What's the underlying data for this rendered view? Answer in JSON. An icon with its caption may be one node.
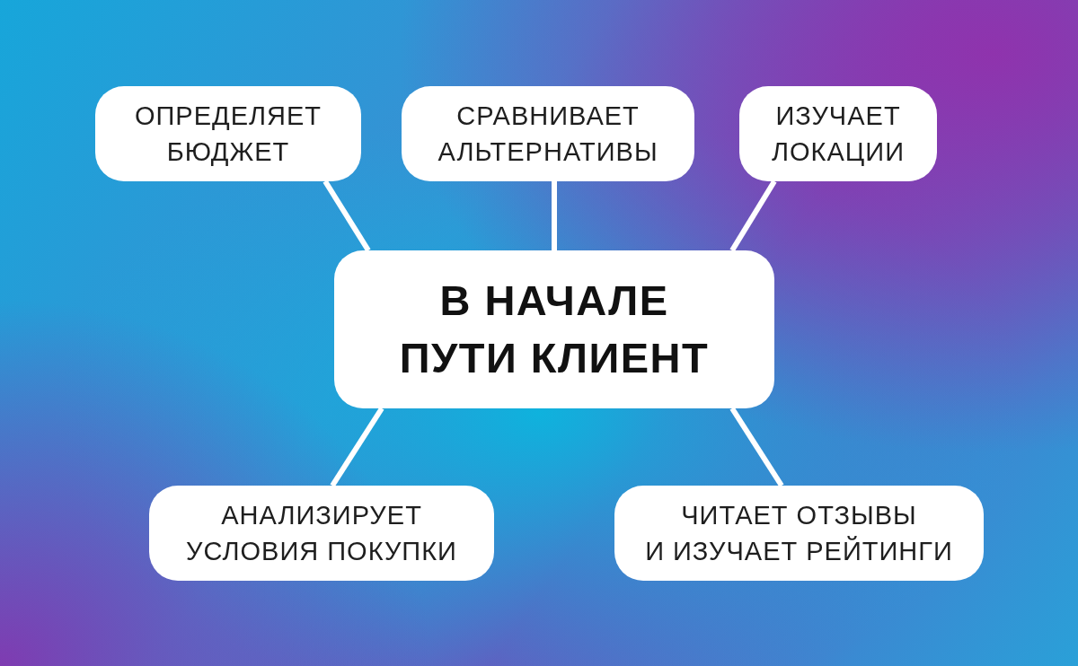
{
  "diagram": {
    "nodes": [
      {
        "text": [
          "ОПРЕДЕЛЯЕТ БЮДЖЕТ"
        ]
      },
      {
        "text": [
          "СРАВНИВАЕТ АЛЬТЕРНАТИВЫ"
        ]
      },
      {
        "text": [
          "ИЗУЧАЕТ ЛОКАЦИИ"
        ]
      },
      {
        "text": [
          "В НАЧАЛЕ ПУТИ КЛИЕНТ"
        ]
      },
      {
        "text": [
          "АНАЛИЗИРУЕТ УСЛОВИЯ ПОКУПКИ"
        ]
      },
      {
        "text": [
          "ЧИТАЕТ ОТЗЫВЫ И ИЗУЧАЕТ РЕЙТИНГИ"
        ]
      }
    ],
    "edges": [
      {
        "from": 3,
        "to": 0,
        "arrow": "none"
      },
      {
        "from": 3,
        "to": 1,
        "arrow": "none"
      },
      {
        "from": 3,
        "to": 2,
        "arrow": "none"
      },
      {
        "from": 3,
        "to": 4,
        "arrow": "none"
      },
      {
        "from": 3,
        "to": 5,
        "arrow": "none"
      }
    ]
  }
}
